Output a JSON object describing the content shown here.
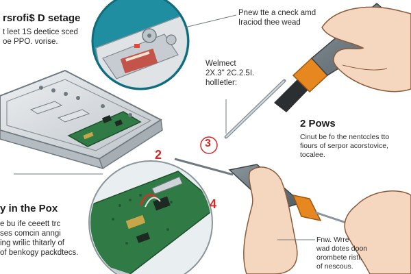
{
  "steps": {
    "top_left": {
      "heading": "rsrofi$ D setage",
      "lines": [
        "t leet 1S deetice sced",
        "oe PPO. vorise."
      ]
    },
    "top_right": {
      "lines": [
        "Pnew tte a cneck amd",
        "Iraciod thee wead"
      ]
    },
    "middle": {
      "lines": [
        "Welmect",
        "2X.3\" 2C.2.5I.",
        "hollletler:"
      ]
    },
    "step2": {
      "heading": "2 Pows",
      "lines": [
        "Cinut be fo the nentccles tto",
        "fiours of serpor acorstovice,",
        "tocalee."
      ]
    },
    "bottom_left": {
      "heading": "y in the Pox",
      "lines": [
        "e bu ife ceeett trc",
        "ses comcin anngi",
        "ing wrilic thitarly of",
        "of benkogy packdtecs."
      ]
    },
    "bottom_right": {
      "lines": [
        "Fnw. Wrre",
        "wad dotes doon",
        "orombete ristl,",
        "of nescous."
      ]
    }
  },
  "markers": {
    "m2": "2",
    "m3": "3",
    "m4": "4"
  },
  "colors": {
    "marker": "#d42727",
    "callout_teal": "#1f8ea0",
    "pcb_green": "#2f7a45",
    "handle_gray": "#6f7a80",
    "collar_orange": "#e7871f",
    "skin": "#f4d7be",
    "metal": "#d9dde0"
  }
}
